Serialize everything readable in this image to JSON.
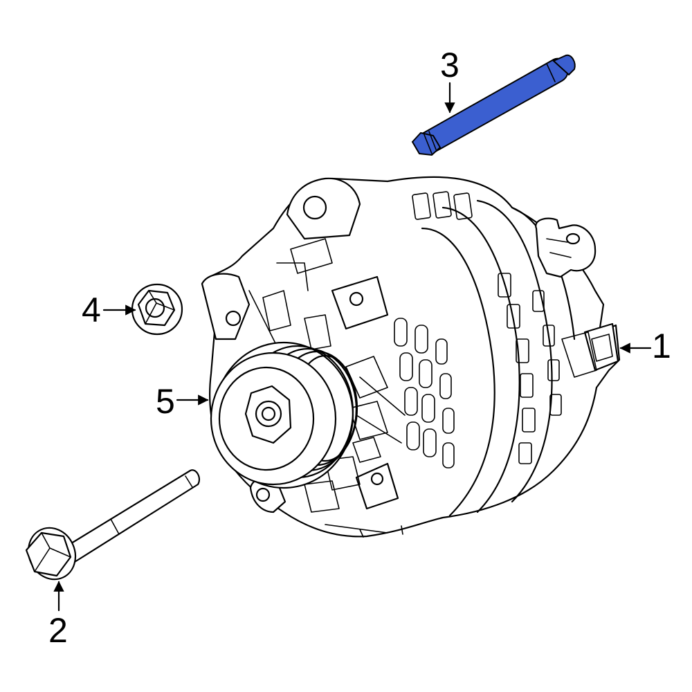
{
  "callouts": {
    "part_1": "1",
    "part_2": "2",
    "part_3": "3",
    "part_4": "4",
    "part_5": "5"
  },
  "colors": {
    "highlight": "#3b5fd0",
    "line": "#000000",
    "background": "#ffffff"
  }
}
